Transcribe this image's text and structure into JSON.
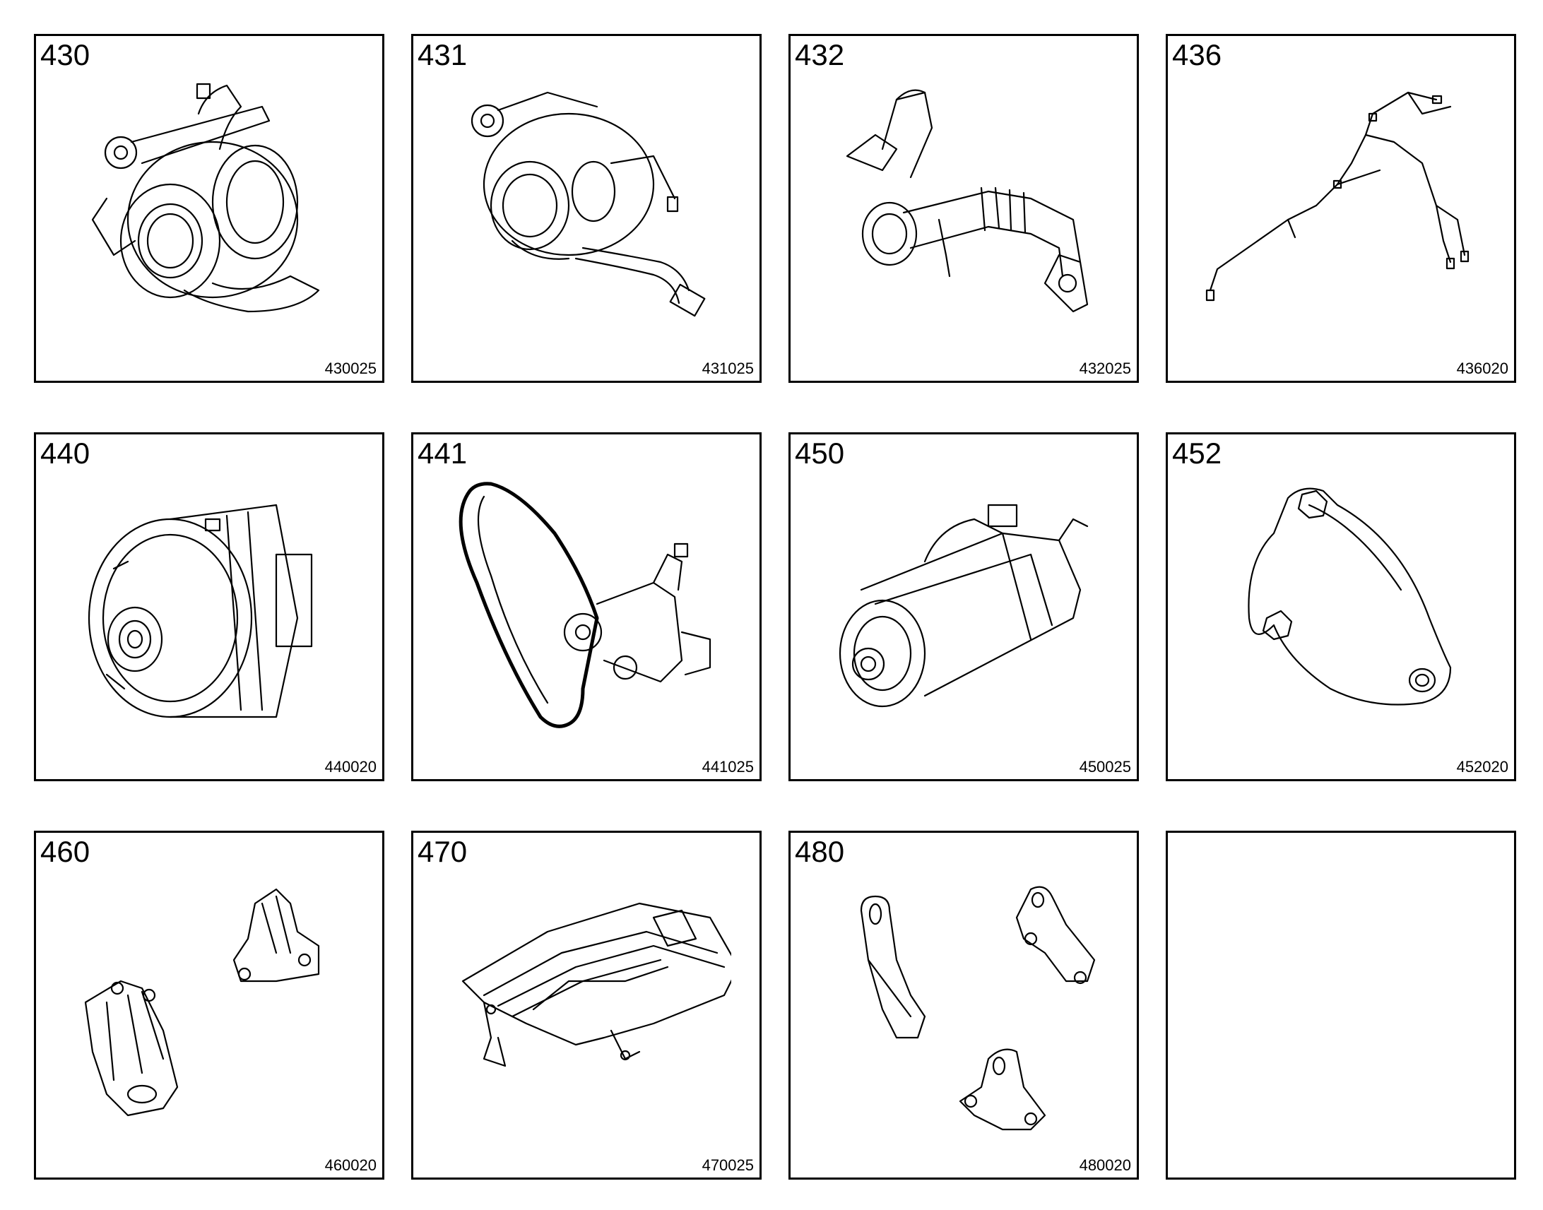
{
  "cells": [
    {
      "group": "430",
      "code": "430025",
      "part": "turbocharger-icon"
    },
    {
      "group": "431",
      "code": "431025",
      "part": "turbocharger-with-pipe-icon"
    },
    {
      "group": "432",
      "code": "432025",
      "part": "intake-pipe-icon"
    },
    {
      "group": "436",
      "code": "436020",
      "part": "wiring-harness-icon"
    },
    {
      "group": "440",
      "code": "440020",
      "part": "alternator-icon"
    },
    {
      "group": "441",
      "code": "441025",
      "part": "belt-tensioner-icon"
    },
    {
      "group": "450",
      "code": "450025",
      "part": "starter-motor-icon"
    },
    {
      "group": "452",
      "code": "452020",
      "part": "cover-plate-icon"
    },
    {
      "group": "460",
      "code": "460020",
      "part": "engine-mount-brackets-icon"
    },
    {
      "group": "470",
      "code": "470025",
      "part": "engine-cover-icon"
    },
    {
      "group": "480",
      "code": "480020",
      "part": "lifting-brackets-icon"
    },
    {
      "group": "",
      "code": "",
      "part": ""
    }
  ]
}
